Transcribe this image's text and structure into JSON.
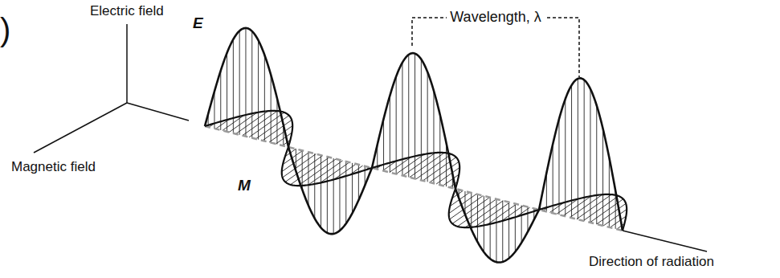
{
  "diagram": {
    "labels": [
      ")",
      "Electric field",
      "E",
      "Wavelength, λ",
      "Magnetic field",
      "M",
      "Direction of radiation"
    ]
  }
}
